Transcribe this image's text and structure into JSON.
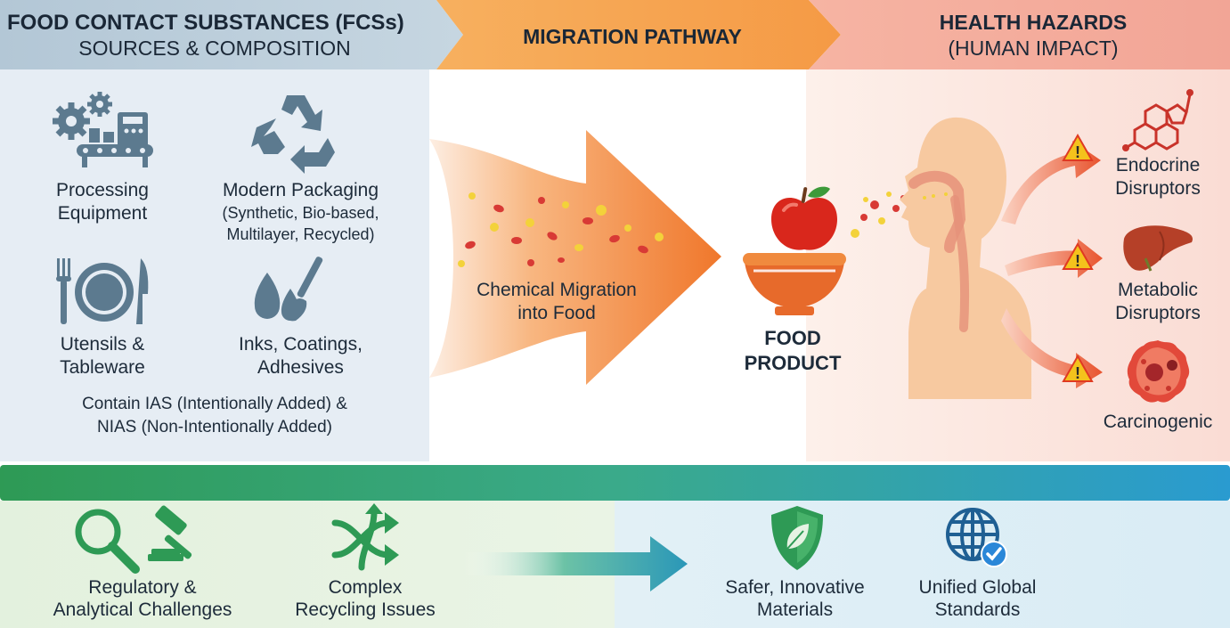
{
  "header": {
    "left_title": "FOOD CONTACT SUBSTANCES (FCSs)",
    "left_subtitle": "SOURCES & COMPOSITION",
    "middle_title": "MIGRATION PATHWAY",
    "right_title": "HEALTH HAZARDS",
    "right_subtitle": "(HUMAN IMPACT)"
  },
  "sources": {
    "processing_line1": "Processing",
    "processing_line2": "Equipment",
    "packaging_line1": "Modern Packaging",
    "packaging_line2": "(Synthetic, Bio-based,",
    "packaging_line3": "Multilayer, Recycled)",
    "utensils_line1": "Utensils &",
    "utensils_line2": "Tableware",
    "inks_line1": "Inks, Coatings,",
    "inks_line2": "Adhesives",
    "ias_line1": "Contain IAS (Intentionally Added) &",
    "ias_line2": "NIAS (Non-Intentionally Added)"
  },
  "migration": {
    "label_line1": "Chemical Migration",
    "label_line2": "into Food"
  },
  "food": {
    "label_line1": "FOOD",
    "label_line2": "PRODUCT"
  },
  "hazards": {
    "endocrine_line1": "Endocrine",
    "endocrine_line2": "Disruptors",
    "metabolic_line1": "Metabolic",
    "metabolic_line2": "Disruptors",
    "carcinogenic": "Carcinogenic",
    "warning_glyph": "!"
  },
  "bottom": {
    "regulatory_line1": "Regulatory &",
    "regulatory_line2": "Analytical Challenges",
    "recycling_line1": "Complex",
    "recycling_line2": "Recycling Issues",
    "safer_line1": "Safer, Innovative",
    "safer_line2": "Materials",
    "unified_line1": "Unified Global",
    "unified_line2": "Standards"
  },
  "icons": {
    "processing": "processing-equipment-icon",
    "packaging": "recycle-icon",
    "utensils": "fork-plate-knife-icon",
    "inks": "drops-brush-icon",
    "apple": "apple-icon",
    "bowl": "bowl-icon",
    "human": "human-profile-icon",
    "molecule": "molecule-icon",
    "liver": "liver-icon",
    "cancer_cell": "cancer-cell-icon",
    "warning": "warning-icon",
    "magnifier": "magnifier-icon",
    "gavel": "gavel-icon",
    "recycling_arrows": "tangled-arrows-icon",
    "shield": "shield-leaf-icon",
    "globe": "globe-check-icon"
  },
  "colors": {
    "left_panel": "#e4ecf3",
    "header_left": "#b9ccd9",
    "header_middle": "#f6a04d",
    "header_right": "#f3aa9d",
    "right_panel": "#fbe6e1",
    "migration_arrow": "#f07a2c",
    "icon_slate": "#5a7589",
    "hazard_red": "#d94a36",
    "bottom_green": "#2f9e5c",
    "bottom_blue": "#2a8fb4"
  }
}
